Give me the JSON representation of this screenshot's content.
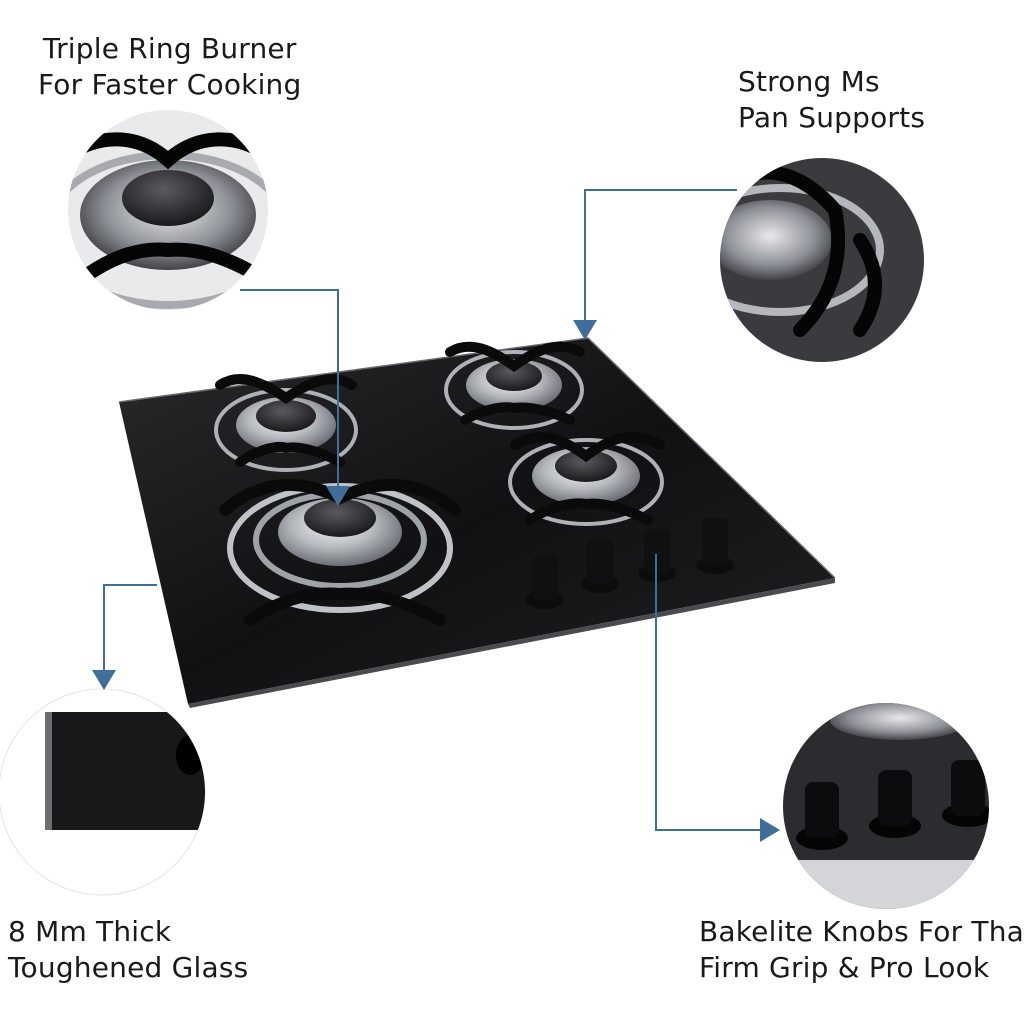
{
  "callouts": {
    "triple_ring": {
      "line1": "Triple Ring Burner",
      "line2": "For Faster Cooking"
    },
    "pan_supports": {
      "line1": "Strong Ms",
      "line2": "Pan Supports"
    },
    "glass": {
      "line1": "8 Mm Thick",
      "line2": "Toughened Glass"
    },
    "knobs": {
      "line1": "Bakelite Knobs For That",
      "line2": "Firm Grip & Pro Look"
    }
  },
  "colors": {
    "accent_line": "#3e6e99",
    "glass": "#1c1c1e",
    "steel": "#c9ccd0",
    "label_text": "#1a1a1a"
  }
}
